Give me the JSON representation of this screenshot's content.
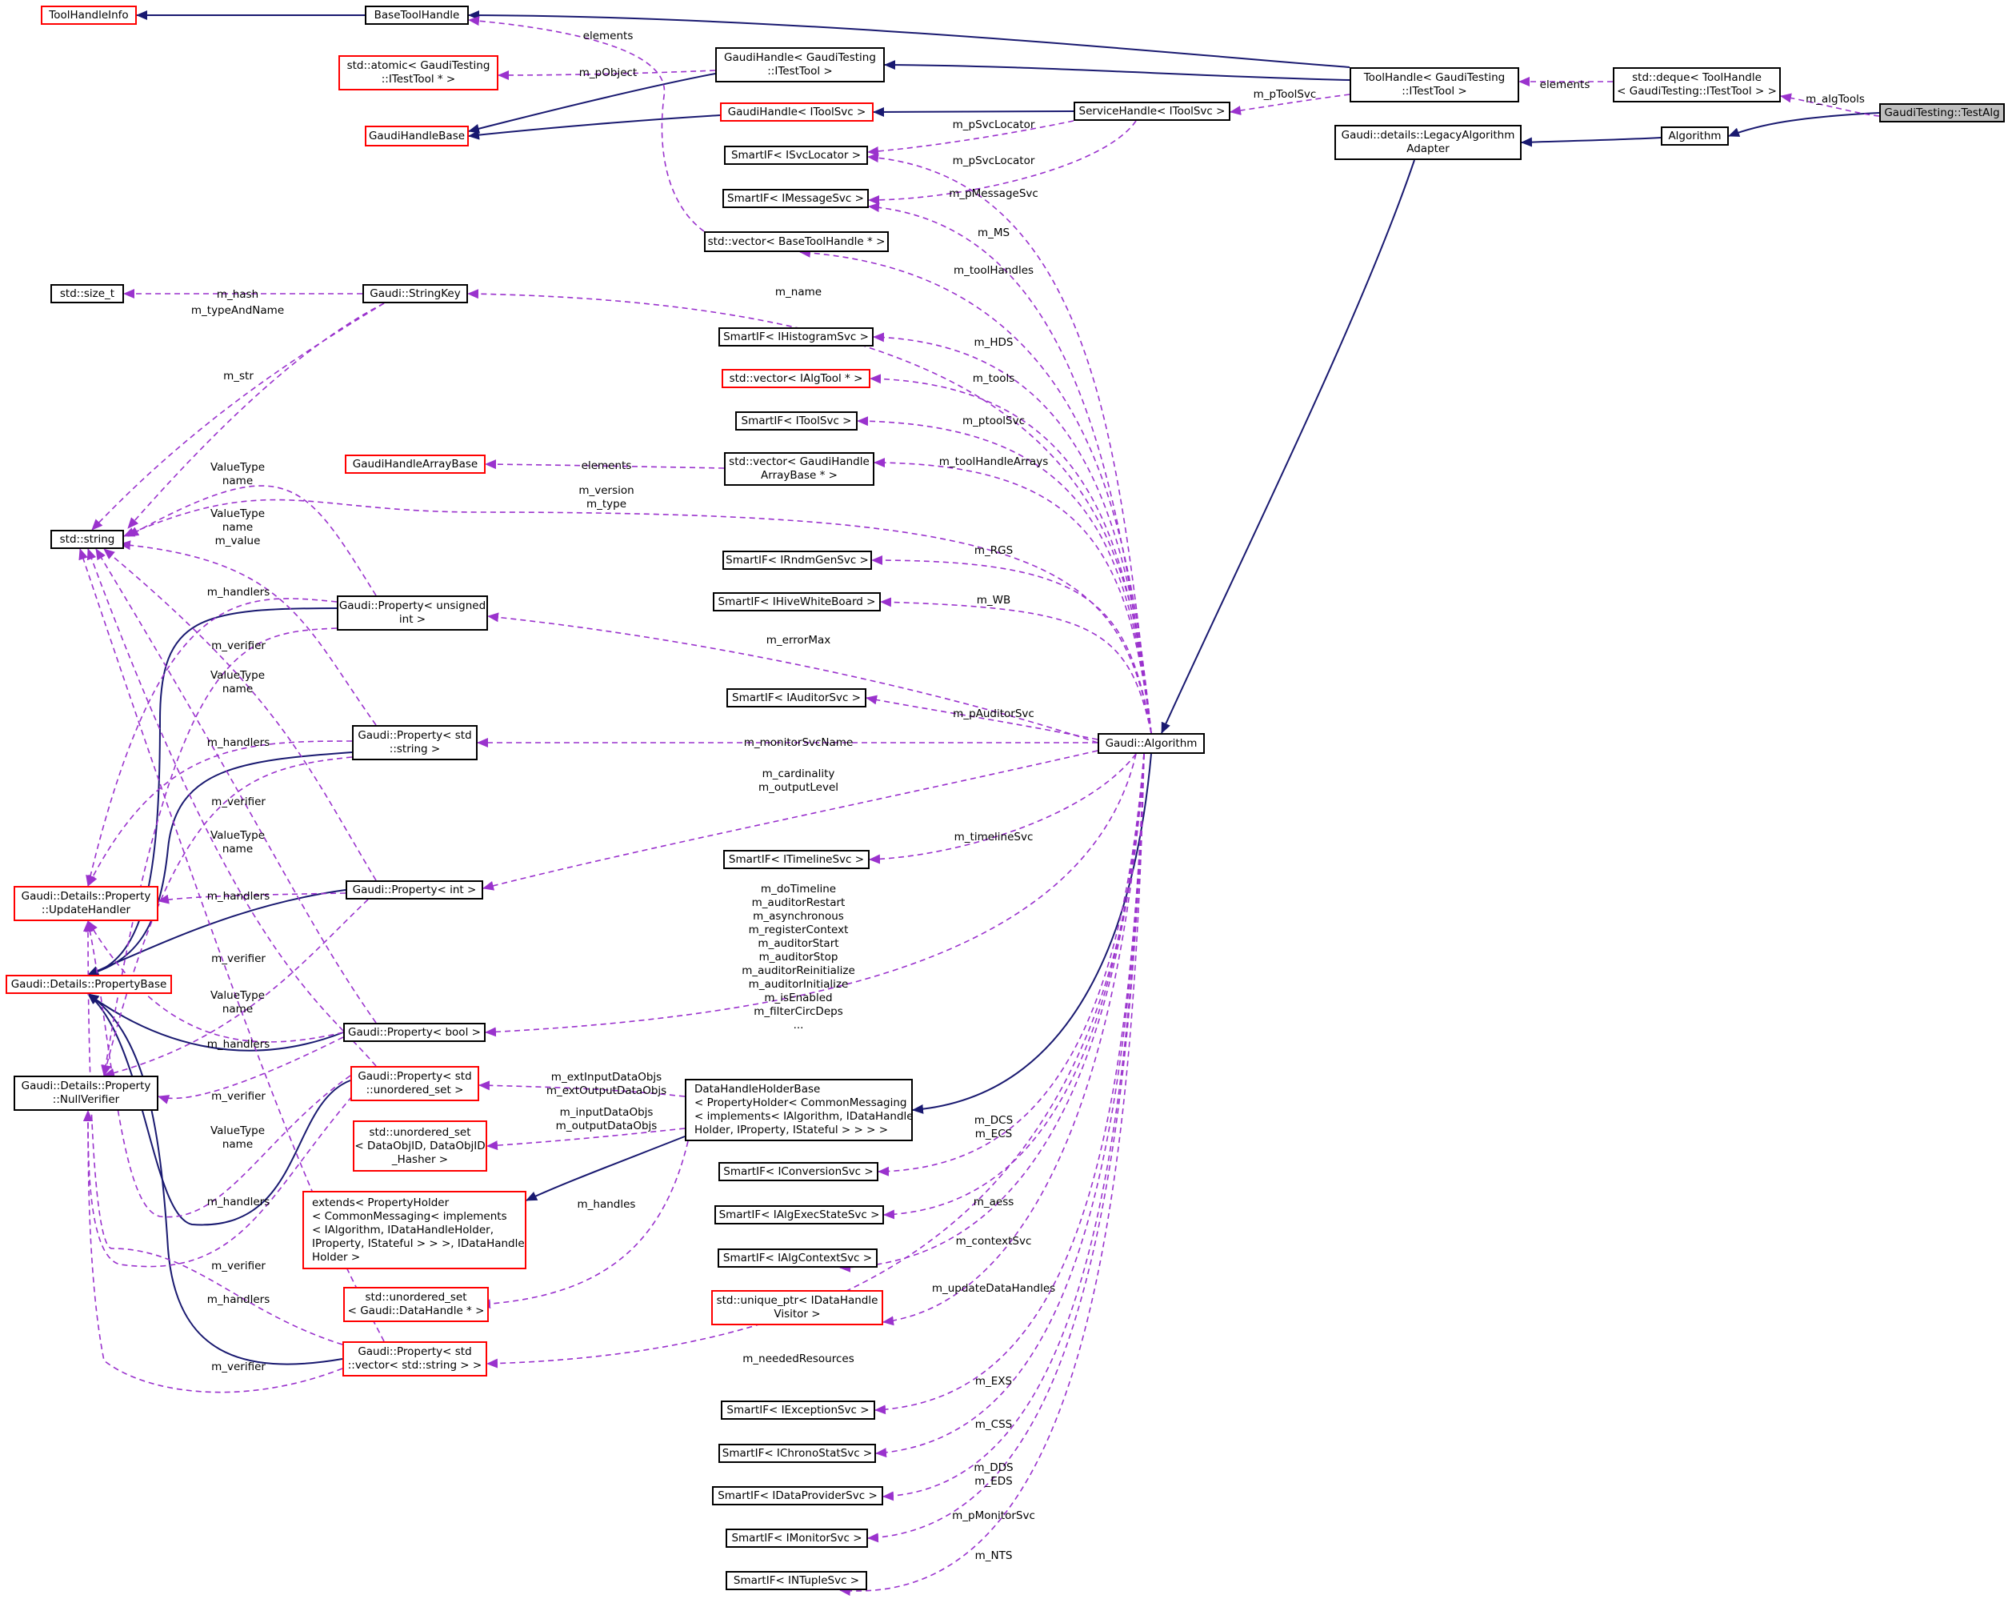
{
  "nodes": {
    "testalg": "GaudiTesting::TestAlg",
    "algorithm": "Algorithm",
    "legacyadapter": "Gaudi::details::LegacyAlgorithm\nAdapter",
    "gaudialgorithm": "Gaudi::Algorithm",
    "dequetoolhandle": "std::deque< ToolHandle\n< GaudiTesting::ITestTool > >",
    "toolhandle": "ToolHandle< GaudiTesting\n::ITestTool >",
    "basetoolhandle": "BaseToolHandle",
    "toolhandleinfo": "ToolHandleInfo",
    "gaudihandle_itesttool": "GaudiHandle< GaudiTesting\n::ITestTool >",
    "atomic_itesttool": "std::atomic< GaudiTesting\n::ITestTool * >",
    "gaudihandlebase": "GaudiHandleBase",
    "gaudihandle_itoolsvc": "GaudiHandle< IToolSvc >",
    "servicehandle_itoolsvc": "ServiceHandle< IToolSvc >",
    "smartif_isvclocator": "SmartIF< ISvcLocator >",
    "smartif_imessagesvc": "SmartIF< IMessageSvc >",
    "vector_basetoolhandle": "std::vector< BaseToolHandle * >",
    "size_t": "std::size_t",
    "stringkey": "Gaudi::StringKey",
    "smartif_ihistogramsvc": "SmartIF< IHistogramSvc >",
    "vector_ialgtool": "std::vector< IAlgTool * >",
    "smartif_itoolsvc": "SmartIF< IToolSvc >",
    "gaudihandlearraybase": "GaudiHandleArrayBase",
    "vector_gaudihandlearraybase": "std::vector< GaudiHandle\nArrayBase * >",
    "std_string": "std::string",
    "smartif_irndmgensvc": "SmartIF< IRndmGenSvc >",
    "smartif_ihivewhiteboard": "SmartIF< IHiveWhiteBoard >",
    "property_uint": "Gaudi::Property< unsigned\nint >",
    "smartif_iauditorsvc": "SmartIF< IAuditorSvc >",
    "property_string": "Gaudi::Property< std\n::string >",
    "updatehandler": "Gaudi::Details::Property\n::UpdateHandler",
    "property_int": "Gaudi::Property< int >",
    "smartif_itimelinesvc": "SmartIF< ITimelineSvc >",
    "propertybase": "Gaudi::Details::PropertyBase",
    "property_bool": "Gaudi::Property< bool >",
    "nullverifier": "Gaudi::Details::Property\n::NullVerifier",
    "property_unordered_set": "Gaudi::Property< std\n::unordered_set >",
    "datahandleholderbase": "DataHandleHolderBase\n< PropertyHolder< CommonMessaging\n< implements< IAlgorithm, IDataHandle\nHolder, IProperty, IStateful > > > >",
    "unordered_set_dataobjid": "std::unordered_set\n< DataObjID, DataObjID\n_Hasher >",
    "extends_propertyholder": "extends< PropertyHolder\n< CommonMessaging< implements\n< IAlgorithm, IDataHandleHolder,\nIProperty, IStateful > > >, IDataHandle\nHolder >",
    "unordered_set_datahandle": "std::unordered_set\n< Gaudi::DataHandle * >",
    "property_vector_string": "Gaudi::Property< std\n::vector< std::string > >",
    "smartif_iconversionsvc": "SmartIF< IConversionSvc >",
    "smartif_ialgexecstatesvc": "SmartIF< IAlgExecStateSvc >",
    "smartif_ialgcontextsvc": "SmartIF< IAlgContextSvc >",
    "unique_ptr_idatahandlevisitor": "std::unique_ptr< IDataHandle\nVisitor >",
    "smartif_iexceptionsvc": "SmartIF< IExceptionSvc >",
    "smartif_ichronostatsvc": "SmartIF< IChronoStatSvc >",
    "smartif_idataprovidersvc": "SmartIF< IDataProviderSvc >",
    "smartif_imonitorsvc": "SmartIF< IMonitorSvc >",
    "smartif_intuplesvc": "SmartIF< INTupleSvc >"
  },
  "labels": {
    "m_algTools": "m_algTools",
    "elements_deque": "elements",
    "m_pToolSvc": "m_pToolSvc",
    "elements_vec": "elements",
    "m_pObject": "m_pObject",
    "m_pSvcLocator_sh": "m_pSvcLocator",
    "m_pSvcLocator_alg": "m_pSvcLocator",
    "m_pMessageSvc": "m_pMessageSvc",
    "m_MS": "m_MS",
    "m_toolHandles": "m_toolHandles",
    "m_name": "m_name",
    "m_hash": "m_hash",
    "m_typeAndName": "m_typeAndName",
    "m_HDS": "m_HDS",
    "m_str": "m_str",
    "m_tools": "m_tools",
    "m_ptoolSvc": "m_ptoolSvc",
    "elements_array": "elements",
    "m_toolHandleArrays": "m_toolHandleArrays",
    "vt_uint": "ValueType\nname",
    "m_version_type": "m_version\nm_type",
    "vt_string": "ValueType\nname\nm_value",
    "m_RGS": "m_RGS",
    "m_handlers_uint": "m_handlers",
    "m_WB": "m_WB",
    "m_errorMax": "m_errorMax",
    "m_verifier_uint": "m_verifier",
    "vt_int": "ValueType\nname",
    "m_pAuditorSvc": "m_pAuditorSvc",
    "m_handlers_string": "m_handlers",
    "m_monitorSvcName": "m_monitorSvcName",
    "m_cardinality": "m_cardinality\nm_outputLevel",
    "m_verifier_string": "m_verifier",
    "vt_bool": "ValueType\nname",
    "m_timelineSvc": "m_timelineSvc",
    "m_handlers_int": "m_handlers",
    "bool_props": "m_doTimeline\nm_auditorRestart\nm_asynchronous\nm_registerContext\nm_auditorStart\nm_auditorStop\nm_auditorReinitialize\nm_auditorInitialize\nm_isEnabled\nm_filterCircDeps\n...",
    "m_verifier_int": "m_verifier",
    "vt_uset": "ValueType\nname",
    "m_handlers_bool": "m_handlers",
    "m_extInputDataObjs": "m_extInputDataObjs\nm_extOutputDataObjs",
    "m_verifier_bool": "m_verifier",
    "m_inputDataObjs": "m_inputDataObjs\nm_outputDataObjs",
    "m_DCS_ECS": "m_DCS\nm_ECS",
    "vt_vector": "ValueType\nname",
    "m_handlers_uset": "m_handlers",
    "m_handles": "m_handles",
    "m_aess": "m_aess",
    "m_contextSvc": "m_contextSvc",
    "m_verifier_uset": "m_verifier",
    "m_updateDataHandles": "m_updateDataHandles",
    "m_handlers_vector": "m_handlers",
    "m_neededResources": "m_neededResources",
    "m_verifier_vector": "m_verifier",
    "m_EXS": "m_EXS",
    "m_CSS": "m_CSS",
    "m_DDS_EDS": "m_DDS\nm_EDS",
    "m_pMonitorSvc": "m_pMonitorSvc",
    "m_NTS": "m_NTS"
  },
  "colors": {
    "inheritance_edge": "#191970",
    "member_edge": "#9a32cd",
    "missing_doc_border": "#ff0000",
    "documented_border": "#000000",
    "selected_fill": "#bfbfbf"
  }
}
